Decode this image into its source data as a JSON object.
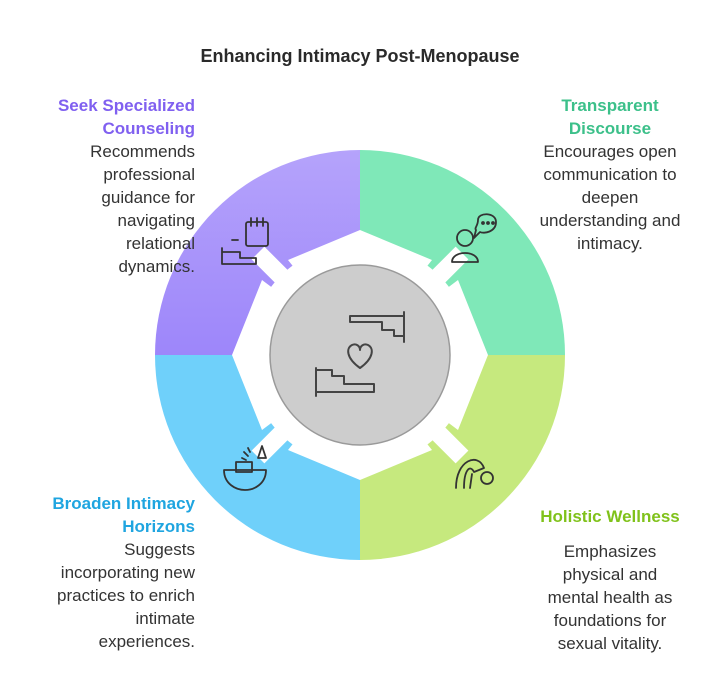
{
  "title": "Enhancing Intimacy Post-Menopause",
  "segments": [
    {
      "heading_lines": [
        "Seek Specialized",
        "Counseling"
      ],
      "description_lines": [
        "Recommends",
        "professional",
        "guidance for",
        "navigating",
        "relational",
        "dynamics."
      ],
      "color": "#a894fb",
      "icon": "calendar-hand-icon"
    },
    {
      "heading_lines": [
        "Transparent",
        "Discourse"
      ],
      "description_lines": [
        "Encourages open",
        "communication to",
        "deepen",
        "understanding and",
        "intimacy."
      ],
      "color": "#7ee8b8",
      "icon": "person-speech-bubble-icon"
    },
    {
      "heading_lines": [
        "Broaden Intimacy",
        "Horizons"
      ],
      "description_lines": [
        "Suggests",
        "incorporating new",
        "practices to enrich",
        "intimate",
        "experiences."
      ],
      "color": "#6ed0fa",
      "icon": "light-bowl-icon"
    },
    {
      "heading_lines": [
        "Holistic Wellness"
      ],
      "description_lines": [
        "Emphasizes",
        "physical and",
        "mental health as",
        "foundations for",
        "sexual vitality."
      ],
      "color": "#c5e87c",
      "icon": "yoga-pose-icon"
    }
  ],
  "center": {
    "color": "#cccccc",
    "icon": "hands-heart-icon"
  }
}
